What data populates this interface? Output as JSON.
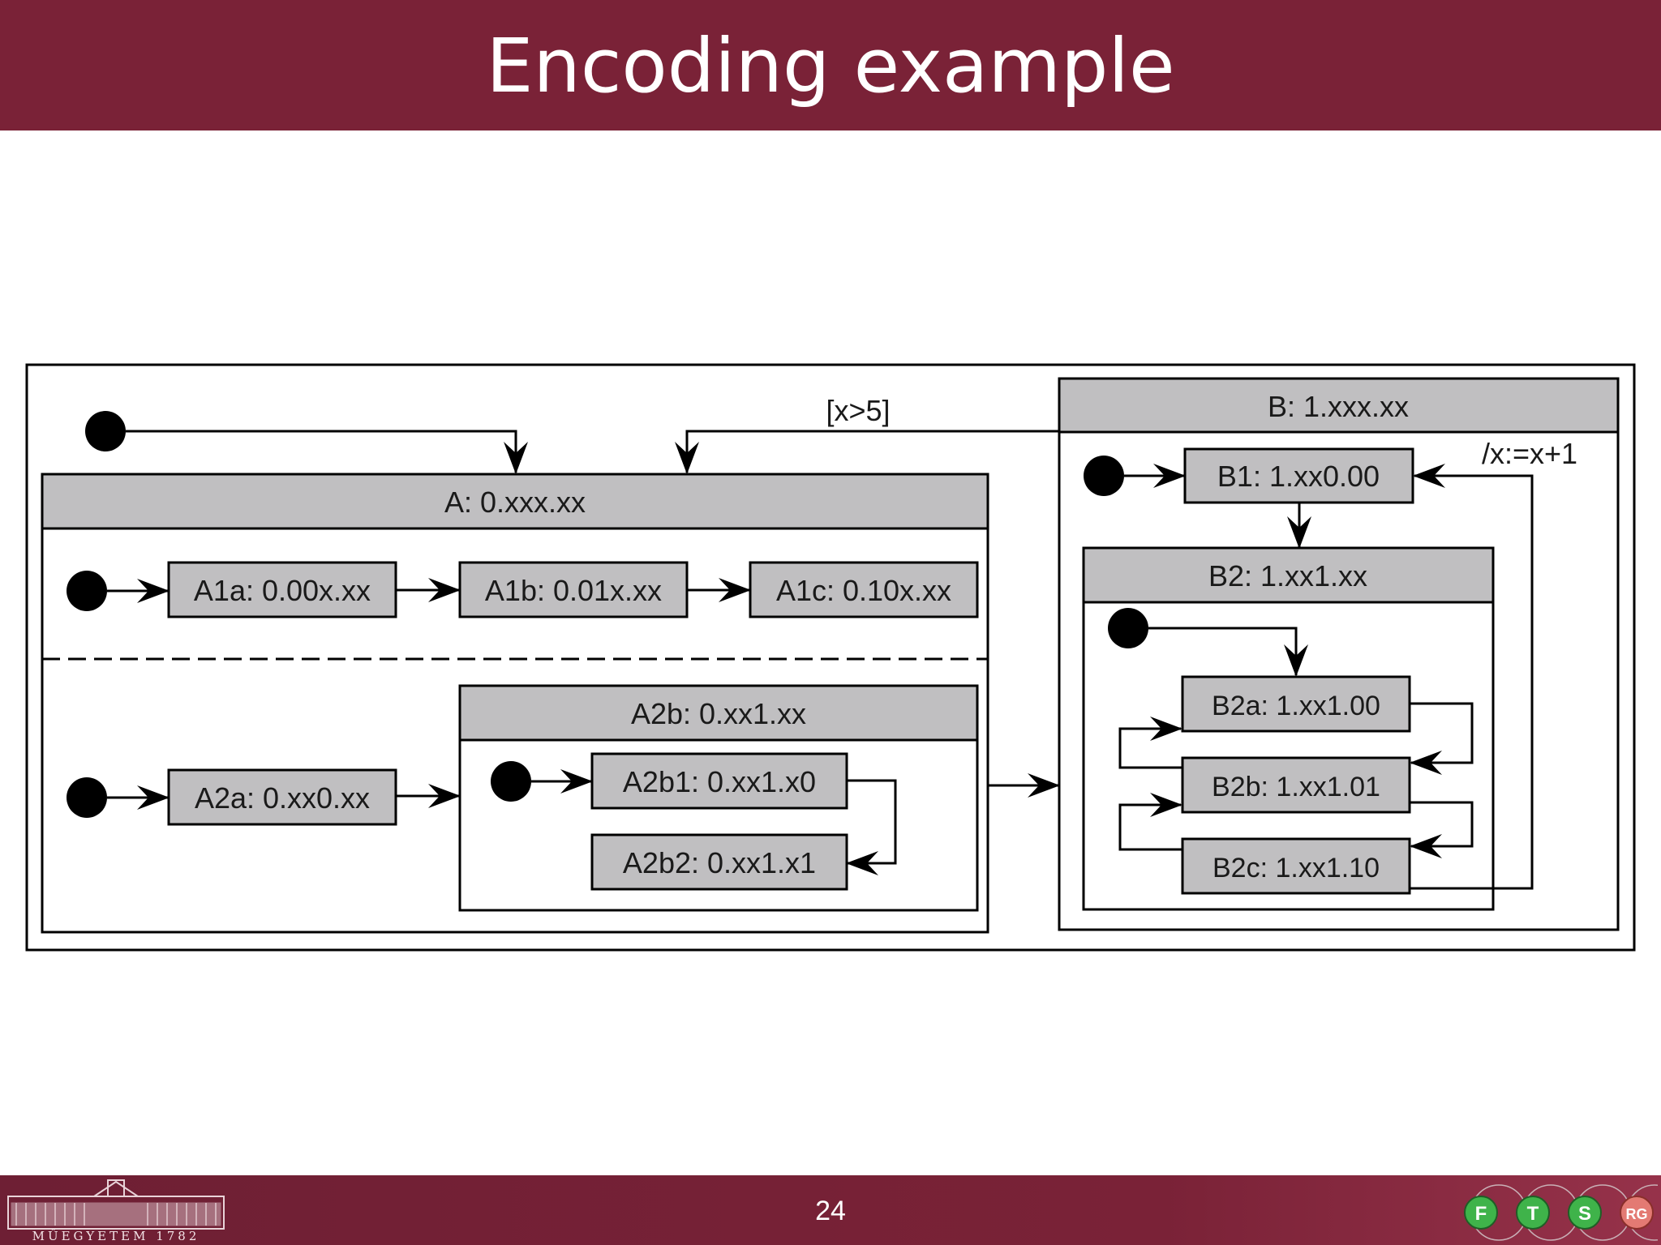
{
  "slide": {
    "title": "Encoding example",
    "page_number": "24"
  },
  "diagram": {
    "guard_label": "[x>5]",
    "action_label": "/x:=x+1",
    "state_A": {
      "header": "A: 0.xxx.xx",
      "region1": [
        "A1a: 0.00x.xx",
        "A1b: 0.01x.xx",
        "A1c: 0.10x.xx"
      ],
      "region2": {
        "A2a": "A2a: 0.xx0.xx",
        "A2b": {
          "header": "A2b: 0.xx1.xx",
          "children": [
            "A2b1: 0.xx1.x0",
            "A2b2: 0.xx1.x1"
          ]
        }
      }
    },
    "state_B": {
      "header": "B: 1.xxx.xx",
      "B1": "B1: 1.xx0.00",
      "B2": {
        "header": "B2: 1.xx1.xx",
        "children": [
          "B2a: 1.xx1.00",
          "B2b: 1.xx1.01",
          "B2c: 1.xx1.10"
        ]
      }
    }
  },
  "footer": {
    "left_logo_text": "MŰEGYETEM 1782",
    "right_logo_letters": [
      "F",
      "T",
      "S",
      "RG"
    ]
  },
  "colors": {
    "brand": "#7a2237",
    "state_fill": "#c0bfc1",
    "stroke": "#000000"
  }
}
